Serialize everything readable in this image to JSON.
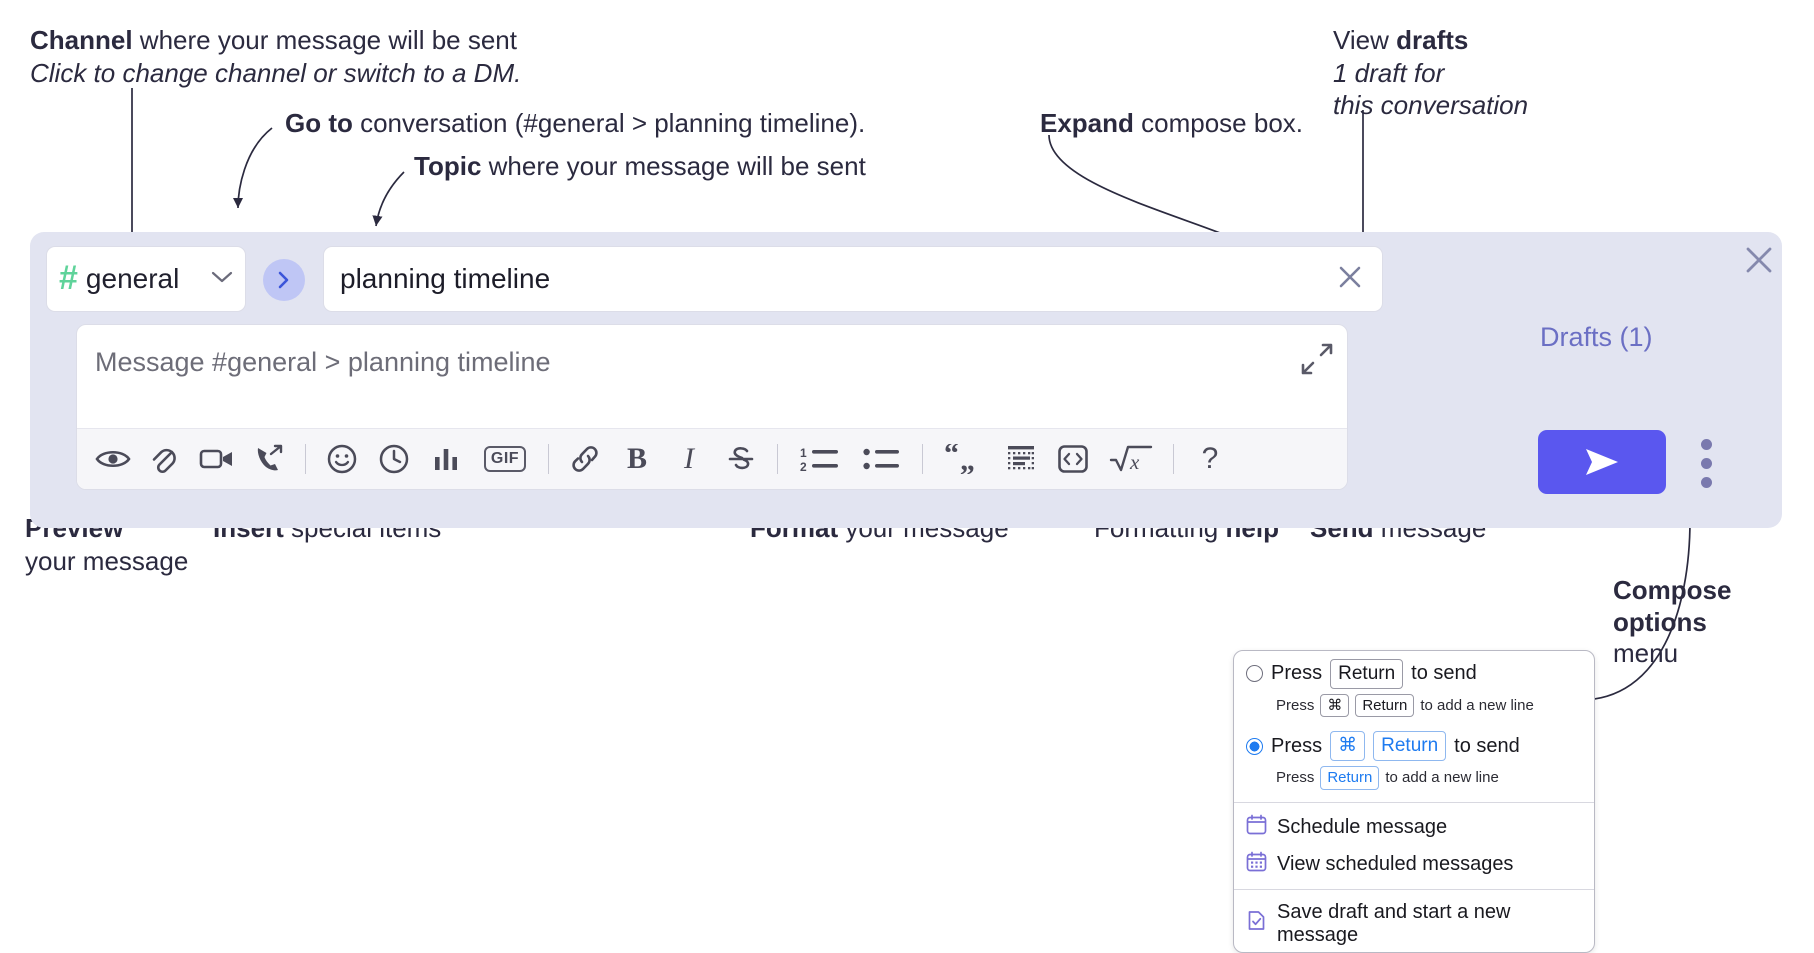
{
  "annotations": {
    "channel": {
      "bold": "Channel",
      "rest": " where your message will be sent",
      "sub": "Click to change channel or switch to a DM."
    },
    "goto": {
      "bold": "Go to",
      "rest": " conversation (#general > planning timeline)."
    },
    "topic": {
      "bold": "Topic",
      "rest": " where your message will be sent"
    },
    "expand": {
      "bold": "Expand",
      "rest": " compose box."
    },
    "drafts": {
      "bold_pre": "View ",
      "bold": "drafts",
      "sub1": "1 draft for",
      "sub2": "this conversation"
    },
    "preview": {
      "bold": "Preview",
      "rest": "your message"
    },
    "insert": {
      "bold": "Insert",
      "rest": " special items"
    },
    "format": {
      "bold": "Format",
      "rest": " your message"
    },
    "help": {
      "pre": "Formatting ",
      "bold": "help"
    },
    "send": {
      "bold": "Send",
      "rest": " message"
    },
    "compose_options": {
      "l1": "Compose",
      "l2": "options",
      "l3": "menu"
    }
  },
  "compose": {
    "channel_name": "general",
    "channel_hash": "#",
    "topic_value": "planning timeline",
    "message_placeholder": "Message #general > planning timeline",
    "drafts_label": "Drafts (1)",
    "gif_label": "GIF",
    "bold_label": "B",
    "italic_label": "I",
    "help_label": "?",
    "toolbar_icons": [
      "eye-icon",
      "paperclip-icon",
      "video-camera-icon",
      "phone-forward-icon",
      "emoji-icon",
      "clock-icon",
      "bar-chart-icon",
      "gif-icon",
      "link-icon",
      "bold-icon",
      "italic-icon",
      "strikethrough-icon",
      "ordered-list-icon",
      "bullet-list-icon",
      "blockquote-icon",
      "code-block-icon",
      "code-icon",
      "math-icon",
      "help-icon"
    ]
  },
  "menu": {
    "option1": {
      "pre": "Press",
      "key": "Return",
      "post": "to send",
      "sub_pre": "Press",
      "sub_key1": "⌘",
      "sub_key2": "Return",
      "sub_post": "to add a new line",
      "selected": false
    },
    "option2": {
      "pre": "Press",
      "key1": "⌘",
      "key2": "Return",
      "post": "to send",
      "sub_pre": "Press",
      "sub_key": "Return",
      "sub_post": "to add a new line",
      "selected": true
    },
    "items": [
      {
        "label": "Schedule message",
        "icon": "calendar-icon"
      },
      {
        "label": "View scheduled messages",
        "icon": "calendar-grid-icon"
      },
      {
        "label": "Save draft and start a new message",
        "icon": "document-check-icon"
      }
    ]
  },
  "colors": {
    "compose_bg": "#e2e4f1",
    "send_button": "#5a57ef",
    "hash_green": "#5fd39a",
    "goto_blue": "#bfc6f5",
    "drafts_text": "#6b6fc4",
    "accent_blue": "#1e7bf0",
    "menu_icon_purple": "#7a6fd6"
  }
}
